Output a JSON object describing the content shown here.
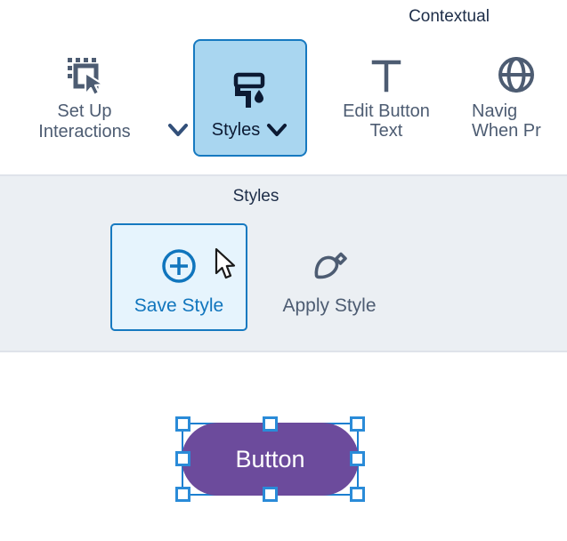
{
  "ribbon": {
    "contextual_label": "Contextual",
    "items": [
      {
        "id": "set-up-interactions",
        "label_line1": "Set Up",
        "label_line2": "Interactions",
        "icon": "selection-cursor-icon",
        "has_dropdown": true,
        "selected": false
      },
      {
        "id": "styles",
        "label": "Styles",
        "icon": "paint-roller-icon",
        "has_dropdown": true,
        "selected": true
      },
      {
        "id": "edit-button-text",
        "label_line1": "Edit Button",
        "label_line2": "Text",
        "icon": "text-t-icon",
        "has_dropdown": false,
        "selected": false
      },
      {
        "id": "navigate-when-pressed",
        "label_line1": "Navig",
        "label_line2": "When Pr",
        "icon": "globe-icon",
        "has_dropdown": false,
        "selected": false
      }
    ]
  },
  "styles_panel": {
    "title": "Styles",
    "buttons": [
      {
        "id": "save-style",
        "label": "Save Style",
        "icon": "plus-circle-icon",
        "state": "hovered"
      },
      {
        "id": "apply-style",
        "label": "Apply Style",
        "icon": "paint-brush-icon",
        "state": "default"
      }
    ]
  },
  "canvas": {
    "selected_element": {
      "type": "button",
      "label": "Button",
      "fill_color": "#6c4b9c",
      "text_color": "#ffffff",
      "selected": true,
      "handle_count": 8
    }
  },
  "colors": {
    "accent_blue": "#1679c0",
    "selection_blue": "#2a8bd8",
    "ribbon_text": "#4d5c72",
    "selected_tab_bg": "#a9d6f0",
    "panel_bg": "#ebeff3",
    "hover_bg": "#e6f4fd",
    "button_purple": "#6c4b9c"
  }
}
